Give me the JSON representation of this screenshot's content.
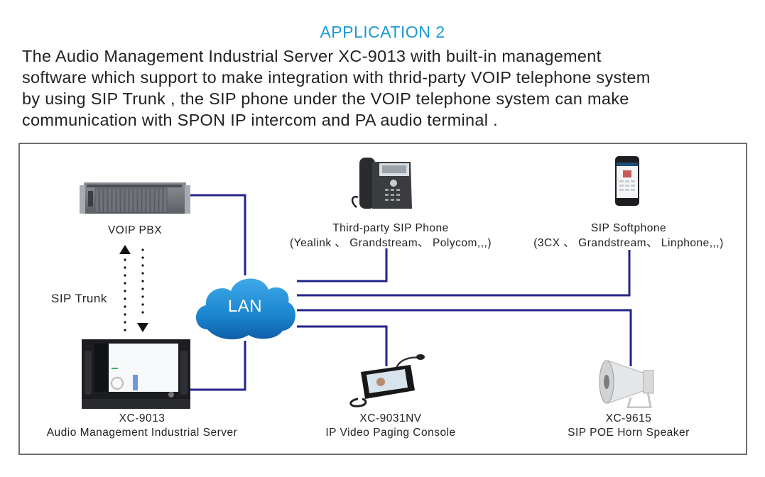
{
  "header": {
    "title": "APPLICATION 2",
    "description_lines": [
      "The Audio Management Industrial Server XC-9013 with built-in management",
      "software which support to make integration with thrid-party VOIP telephone system",
      "by using SIP Trunk , the SIP phone under the VOIP telephone system can make",
      "communication with SPON IP intercom and PA audio terminal ."
    ]
  },
  "colors": {
    "title": "#1a9ad6",
    "link_line": "#23248a",
    "cloud": "#1f8ed6",
    "frame": "#6e6e6e"
  },
  "nodes": {
    "pbx": {
      "icon": "rack-pbx-icon",
      "label": "VOIP PBX"
    },
    "lan": {
      "icon": "cloud-icon",
      "label": "LAN"
    },
    "sip_trunk": {
      "label": "SIP Trunk"
    },
    "sip_phone": {
      "icon": "desk-phone-icon",
      "label": "Third-party SIP Phone",
      "sublabel": "(Yealink 、 Grandstream、 Polycom,,,)"
    },
    "softphone": {
      "icon": "smartphone-icon",
      "label": "SIP Softphone",
      "sublabel": "(3CX 、 Grandstream、 Linphone,,,)"
    },
    "server": {
      "icon": "rack-server-icon",
      "label": "XC-9013",
      "sublabel": "Audio Management Industrial Server"
    },
    "console": {
      "icon": "paging-console-icon",
      "label": "XC-9031NV",
      "sublabel": "IP Video Paging Console"
    },
    "horn": {
      "icon": "horn-speaker-icon",
      "label": "XC-9615",
      "sublabel": "SIP POE Horn Speaker"
    }
  }
}
